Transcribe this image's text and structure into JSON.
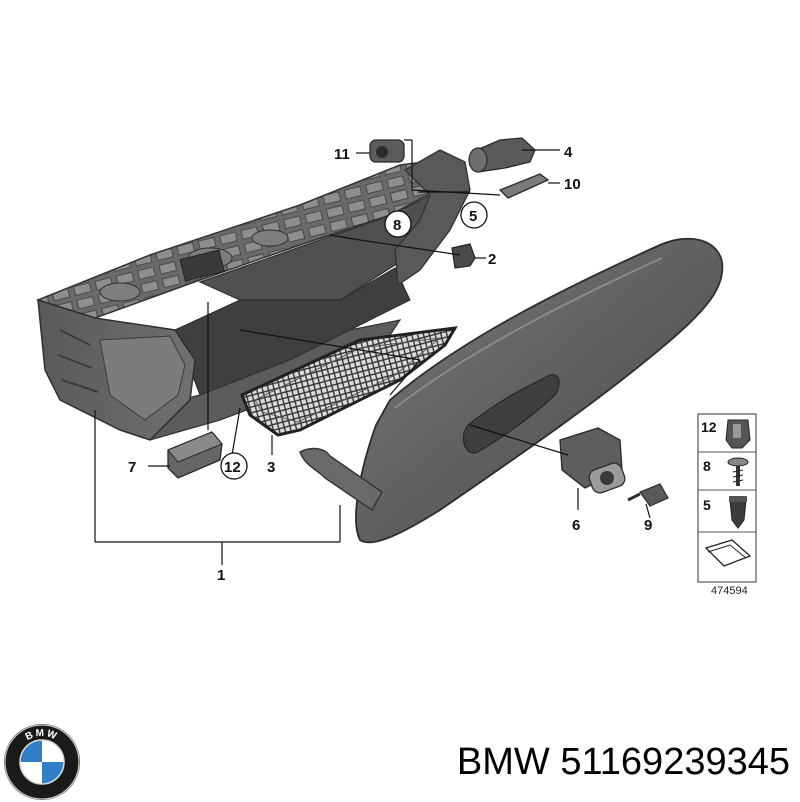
{
  "diagram": {
    "callouts": [
      "1",
      "2",
      "3",
      "4",
      "5",
      "6",
      "7",
      "8",
      "9",
      "10",
      "11",
      "12"
    ],
    "legend": {
      "items": [
        "12",
        "8",
        "5"
      ],
      "ref_number": "474594"
    }
  },
  "footer": {
    "brand": "BMW",
    "part_number": "51169239345",
    "logo_letters": "BMW"
  },
  "colors": {
    "part_dark": "#4a4a4a",
    "part_mid": "#6b6b6b",
    "part_light": "#8c8c8c",
    "line": "#111111",
    "logo_blue": "#2f7fc8",
    "logo_ring": "#1a1a1a"
  }
}
